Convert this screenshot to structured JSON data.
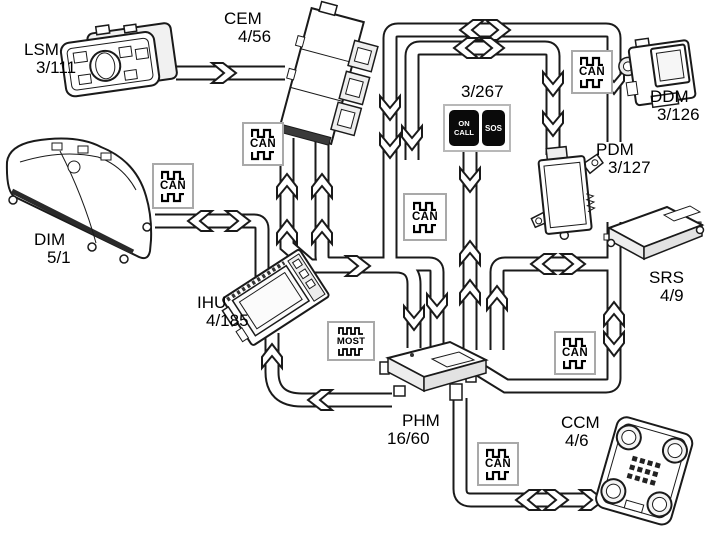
{
  "diagram": {
    "modules": [
      {
        "id": "lsm",
        "name": "LSM",
        "code": "3/111"
      },
      {
        "id": "cem",
        "name": "CEM",
        "code": "4/56"
      },
      {
        "id": "dim",
        "name": "DIM",
        "code": "5/1"
      },
      {
        "id": "ihu",
        "name": "IHU",
        "code": "4/185"
      },
      {
        "id": "phm",
        "name": "PHM",
        "code": "16/60"
      },
      {
        "id": "ccm",
        "name": "CCM",
        "code": "4/6"
      },
      {
        "id": "srs",
        "name": "SRS",
        "code": "4/9"
      },
      {
        "id": "pdm",
        "name": "PDM",
        "code": "3/127"
      },
      {
        "id": "ddm",
        "name": "DDM",
        "code": "3/126"
      }
    ],
    "button_panel": {
      "code": "3/267",
      "button1": "ON CALL",
      "button2": "SOS"
    },
    "bus": {
      "can": "CAN",
      "most": "MOST"
    },
    "colors": {
      "line": "#1a1a1a",
      "background": "#ffffff",
      "badge_frame": "#a9a9a9",
      "button_bg": "#0a0a0a",
      "button_text": "#ffffff"
    }
  }
}
